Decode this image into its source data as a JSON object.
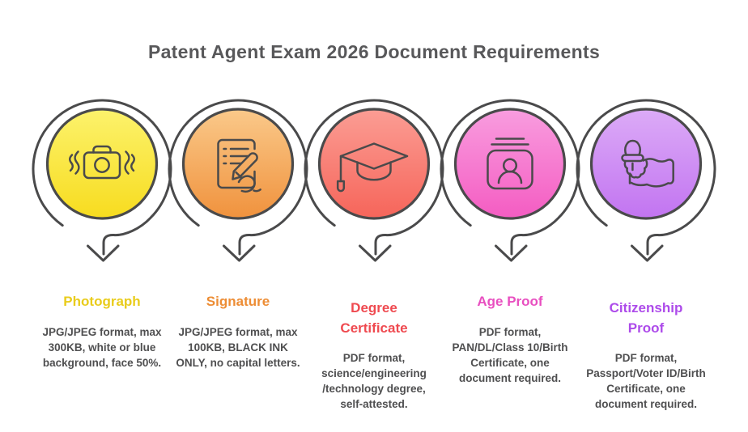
{
  "title": "Patent Agent Exam 2026 Document Requirements",
  "colors": {
    "background": "#FFFFFF",
    "line": "#4A4A4B",
    "title_text": "#58585A",
    "body_text": "#4F4F50"
  },
  "items": [
    {
      "heading": "Photograph",
      "icon": "camera-icon",
      "accent_color": "#E9CC1C",
      "circle_gradient": {
        "top": "#FCF26C",
        "bottom": "#F7DC1F"
      },
      "description": "JPG/JPEG format, max 300KB, white or blue background, face 50%."
    },
    {
      "heading": "Signature",
      "icon": "signature-pen-icon",
      "accent_color": "#ED8D35",
      "circle_gradient": {
        "top": "#FAC98A",
        "bottom": "#F0923D"
      },
      "description": "JPG/JPEG format, max 100KB, BLACK INK ONLY, no capital letters."
    },
    {
      "heading": "Degree Certificate",
      "icon": "graduation-cap-icon",
      "accent_color": "#EF4A50",
      "circle_gradient": {
        "top": "#FB9D94",
        "bottom": "#F6655A"
      },
      "description": "PDF format, science/engineering /technology degree, self-attested."
    },
    {
      "heading": "Age Proof",
      "icon": "id-card-icon",
      "accent_color": "#E84FC0",
      "circle_gradient": {
        "top": "#F99DDF",
        "bottom": "#F45CC2"
      },
      "description": "PDF format, PAN/DL/Class 10/Birth Certificate, one document required."
    },
    {
      "heading": "Citizenship Proof",
      "icon": "hand-holding-torch-icon",
      "accent_color": "#AD4BEA",
      "circle_gradient": {
        "top": "#DCABF7",
        "bottom": "#C274F1"
      },
      "description": "PDF format, Passport/Voter ID/Birth Certificate, one document required."
    }
  ]
}
